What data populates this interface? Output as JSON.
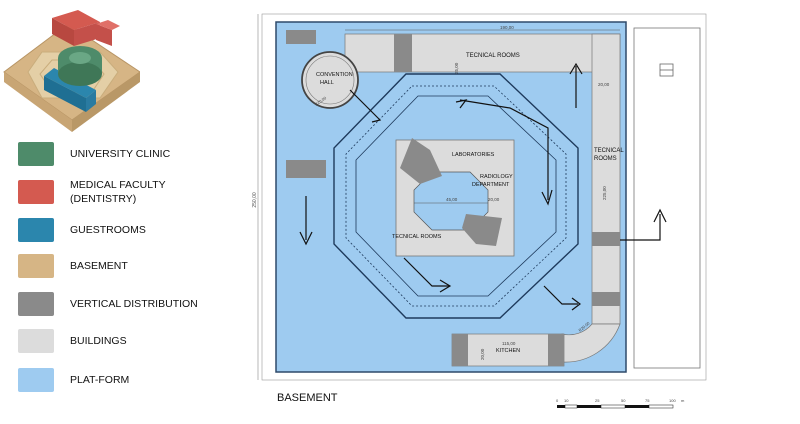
{
  "legend": [
    {
      "label": "UNIVERSITY CLINIC",
      "color": "#4e8b6a"
    },
    {
      "label": "MEDICAL FACULTY\n(DENTISTRY)",
      "color": "#d45a50"
    },
    {
      "label": "GUESTROOMS",
      "color": "#2b86ad"
    },
    {
      "label": "BASEMENT",
      "color": "#d6b585"
    },
    {
      "label": "VERTICAL DISTRIBUTION",
      "color": "#8a8a8a"
    },
    {
      "label": "BUILDINGS",
      "color": "#dcdcdc"
    },
    {
      "label": "PLAT-FORM",
      "color": "#9ecbf0"
    }
  ],
  "plan": {
    "title": "BASEMENT",
    "labels": {
      "tecnical_top": "TECNICAL ROOMS",
      "tecnical_right_1": "TECNICAL",
      "tecnical_right_2": "ROOMS",
      "convention_1": "CONVENTION",
      "convention_2": "HALL",
      "laboratories": "LABORATORIES",
      "radiology_1": "RADIOLOGY",
      "radiology_2": "DEPARTMENT",
      "tecnical_center": "TECNICAL ROOMS",
      "kitchen": "KITCHEN"
    },
    "dims": {
      "d_top": "190,00",
      "d_topleft": "25,00",
      "d_topright": "20,00",
      "d_right": "225,00",
      "d_left": "250,00",
      "d_conv": "R20,00",
      "d_lab_a": "45,00",
      "d_lab_b": "20,00",
      "d_kitchen": "115,00",
      "d_kitchen_side": "20,00",
      "d_corner": "R20,00"
    }
  },
  "scale": {
    "ticks": [
      "0",
      "10",
      "25",
      "50",
      "75",
      "100"
    ],
    "unit": "m"
  }
}
